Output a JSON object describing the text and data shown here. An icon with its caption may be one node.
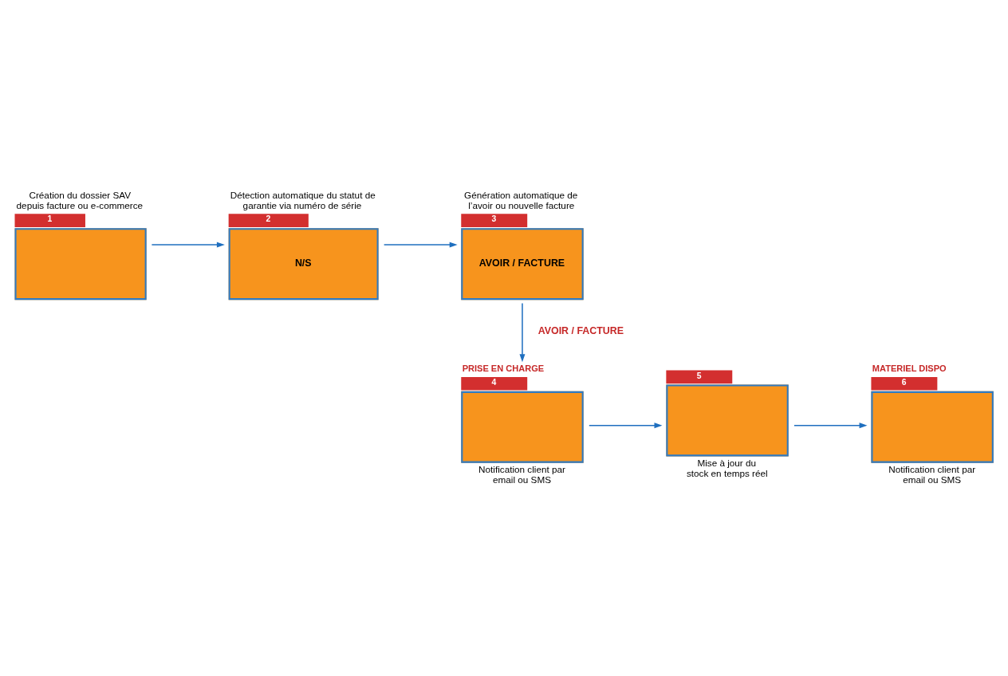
{
  "diagram": {
    "nodes": [
      {
        "text": [
          "Création du dossier SAV depuis facture ou e-commerce",
          "1"
        ]
      },
      {
        "text": [
          "Détection automatique du statut de garantie via numéro de série",
          "2",
          "N/S"
        ]
      },
      {
        "text": [
          "Génération automatique de l’avoir ou nouvelle facture",
          "3",
          "AVOIR / FACTURE"
        ]
      },
      {
        "text": [
          "4",
          "Notification client par email ou SMS"
        ],
        "beside": [
          "PRISE EN CHARGE"
        ]
      },
      {
        "text": [
          "5",
          "Mise à jour du stock en temps réel"
        ]
      },
      {
        "text": [
          "6",
          "Notification client par email ou SMS"
        ],
        "beside": [
          "MATERIEL DISPO"
        ]
      }
    ],
    "edges": [
      {
        "from": 0,
        "to": 1,
        "arrow": "to"
      },
      {
        "from": 1,
        "to": 2,
        "arrow": "to"
      },
      {
        "from": 2,
        "to": 3,
        "arrow": "to",
        "label": "AVOIR / FACTURE"
      },
      {
        "from": 3,
        "to": 4,
        "arrow": "to"
      },
      {
        "from": 4,
        "to": 5,
        "arrow": "to"
      }
    ]
  }
}
